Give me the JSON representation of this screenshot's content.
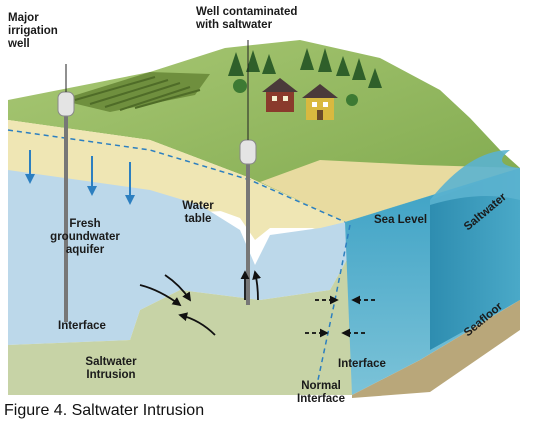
{
  "labels": {
    "major_well": "Major\nirrigation\nwell",
    "contaminated_well": "Well contaminated\nwith saltwater",
    "fresh_aquifer": "Fresh\ngroundwater\naquifer",
    "water_table": "Water\ntable",
    "sea_level": "Sea Level",
    "saltwater": "Saltwater",
    "seafloor": "Seafloor",
    "interface_left": "Interface",
    "interface_right": "Interface",
    "saltwater_intrusion": "Saltwater\nIntrusion",
    "normal_interface": "Normal\nInterface"
  },
  "caption": "Figure 4. Saltwater Intrusion",
  "colors": {
    "fresh_water": "#bcd8ea",
    "salt_water": "#3f9fc0",
    "sand": "#efe6b4",
    "intrusion_zone": "#c7d3a6",
    "grass": "#8fb85a",
    "soil_front": "#d8c98f",
    "arrow_blue": "#2c7fc0"
  }
}
